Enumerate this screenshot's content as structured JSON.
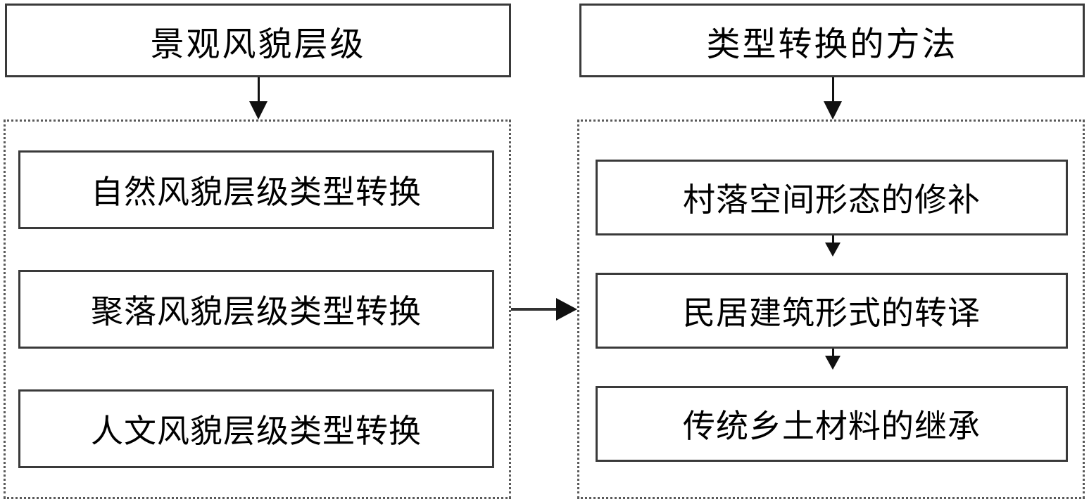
{
  "diagram": {
    "columns": [
      {
        "id": "left",
        "title": "景观风貌层级",
        "items": [
          "自然风貌层级类型转换",
          "聚落风貌层级类型转换",
          "人文风貌层级类型转换"
        ]
      },
      {
        "id": "right",
        "title": "类型转换的方法",
        "items": [
          "村落空间形态的修补",
          "民居建筑形式的转译",
          "传统乡土材料的继承"
        ]
      }
    ],
    "colors": {
      "box_border": "#3a3a3a",
      "group_border": "#5a5a5a",
      "connector": "#111111",
      "text": "#000000",
      "background": "#ffffff"
    }
  }
}
